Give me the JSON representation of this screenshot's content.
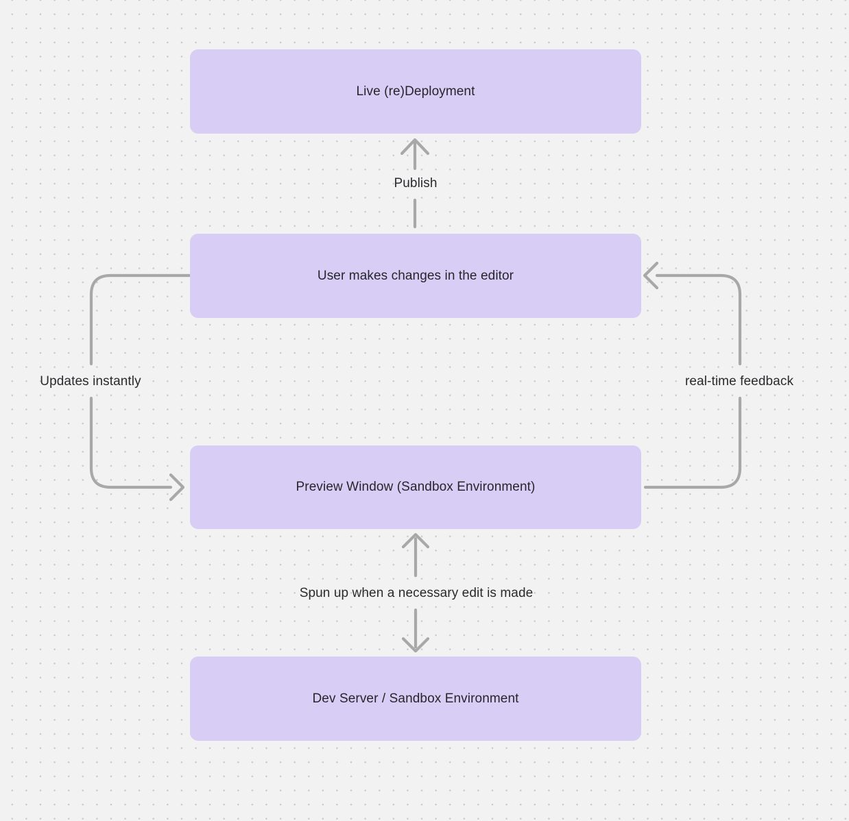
{
  "colors": {
    "bg": "#f2f2f2",
    "dot": "#c7c7c7",
    "node_fill": "#d7cdf5",
    "node_text": "#26262b",
    "arrow": "#a8a8a8",
    "label_text": "#2b2b2f"
  },
  "nodes": [
    {
      "id": "live-redeployment",
      "label": "Live (re)Deployment"
    },
    {
      "id": "user-editor",
      "label": "User makes changes in the editor"
    },
    {
      "id": "preview-window",
      "label": "Preview Window (Sandbox Environment)"
    },
    {
      "id": "dev-server",
      "label": "Dev Server / Sandbox Environment"
    }
  ],
  "edges": [
    {
      "id": "publish",
      "label": "Publish",
      "from": "user-editor",
      "to": "live-redeployment"
    },
    {
      "id": "updates-instantly",
      "label": "Updates instantly",
      "from": "user-editor",
      "to": "preview-window"
    },
    {
      "id": "realtime-feedback",
      "label": "real-time feedback",
      "from": "preview-window",
      "to": "user-editor"
    },
    {
      "id": "spun-up",
      "label": "Spun up when a necessary edit is made",
      "from": "preview-window",
      "to": "dev-server",
      "bidirectional": true
    }
  ]
}
